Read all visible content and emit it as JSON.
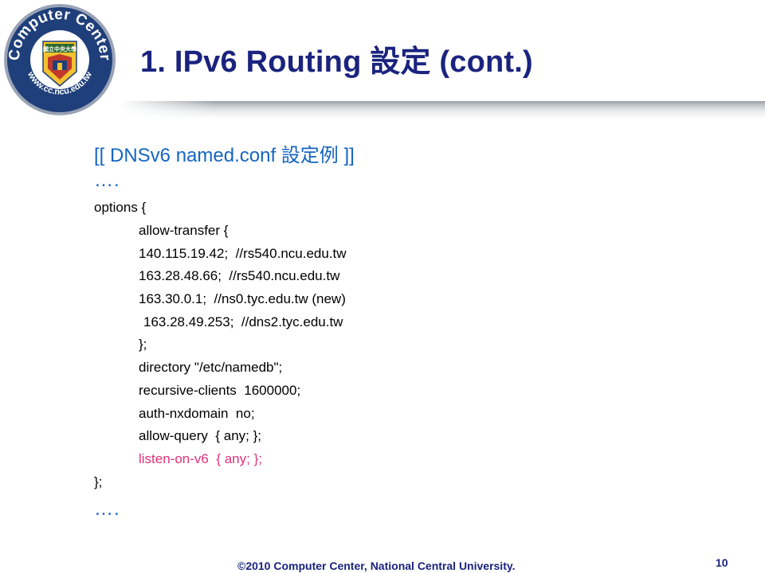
{
  "logo": {
    "top_text": "Computer Center",
    "bottom_text": "www.cc.ncu.edu.tw",
    "seal_text": "國立中央大學"
  },
  "slide": {
    "title": "1. IPv6 Routing 設定 (cont.)",
    "heading": "[[ DNSv6 named.conf 設定例 ]]",
    "ellipsis_top": "….",
    "ellipsis_bottom": "….",
    "code_lines": [
      "options {",
      "allow-transfer {",
      "140.115.19.42;  //rs540.ncu.edu.tw",
      "163.28.48.66;  //rs540.ncu.edu.tw",
      "163.30.0.1;  //ns0.tyc.edu.tw (new)",
      "163.28.49.253;  //dns2.tyc.edu.tw",
      "};",
      "directory \"/etc/namedb\";",
      "recursive-clients  1600000;",
      "auth-nxdomain  no;",
      "allow-query  { any; };",
      "listen-on-v6  { any; };",
      "};"
    ]
  },
  "footer": {
    "copyright": "©2010  Computer Center, National Central University.",
    "page_number": "10"
  },
  "colors": {
    "title": "#1a237e",
    "heading": "#1565c0",
    "highlight": "#e0307a",
    "logo_ring": "#1f3f7a"
  }
}
